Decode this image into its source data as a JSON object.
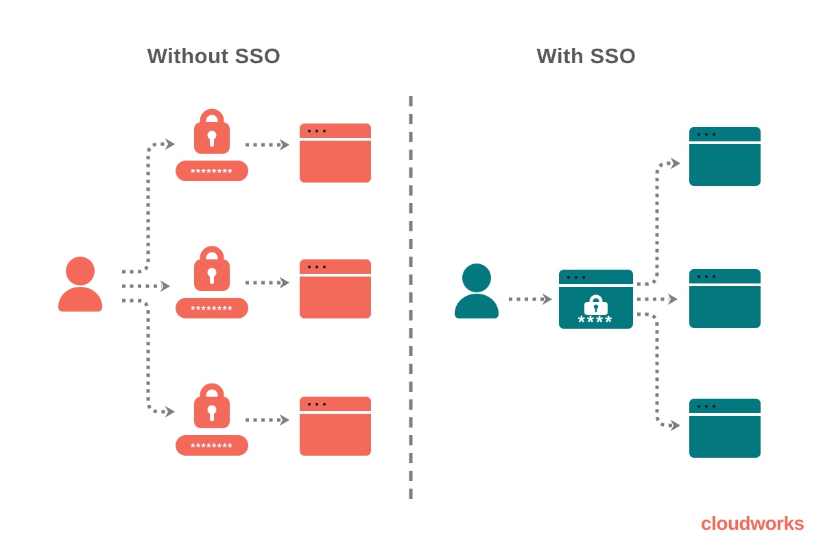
{
  "colors": {
    "coral": "#F3695A",
    "teal": "#03787F",
    "title_gray": "#58595B",
    "arrow_gray": "#7E7E7E",
    "window_dot": "#1C1C1A",
    "background": "#FFFFFF"
  },
  "icons": {
    "user": "person-silhouette",
    "lock": "padlock-with-keyhole",
    "app_window": "browser-window-with-three-dots",
    "arrow": "dashed-chevron-arrow",
    "divider": "vertical-dashed-line"
  },
  "left_panel": {
    "title": "Without SSO",
    "credentials": [
      {
        "password_mask": "********"
      },
      {
        "password_mask": "********"
      },
      {
        "password_mask": "********"
      }
    ]
  },
  "right_panel": {
    "title": "With SSO",
    "sso_window": {
      "password_mask": "****"
    }
  },
  "branding": {
    "logo_text": "cloudworks"
  }
}
